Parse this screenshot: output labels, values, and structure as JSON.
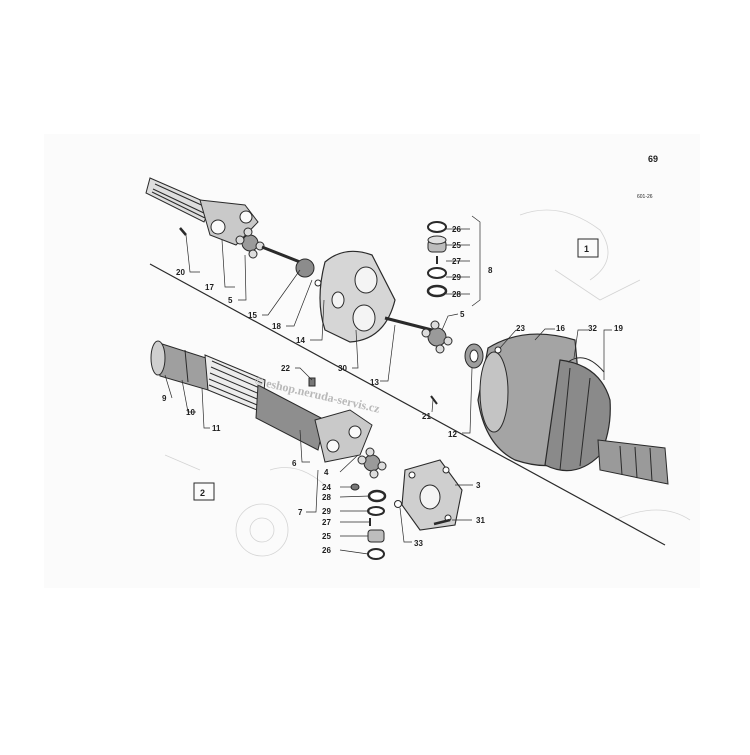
{
  "header": {
    "page_number": "69",
    "drawing_code": "601-26"
  },
  "group_boxes": [
    "1",
    "2"
  ],
  "watermark": "© eshop.nerudа-servis.cz",
  "labels": {
    "l20": "20",
    "l17": "17",
    "l5a": "5",
    "l15": "15",
    "l18": "18",
    "l14": "14",
    "l30": "30",
    "l13": "13",
    "l5b": "5",
    "l26a": "26",
    "l25a": "25",
    "l27a": "27",
    "l29a": "29",
    "l28a": "28",
    "l8": "8",
    "l23": "23",
    "l16": "16",
    "l32": "32",
    "l19": "19",
    "l22": "22",
    "l21": "21",
    "l12": "12",
    "l9": "9",
    "l10": "10",
    "l11": "11",
    "l6": "6",
    "l4": "4",
    "l24": "24",
    "l28b": "28",
    "l29b": "29",
    "l27b": "27",
    "l25b": "25",
    "l26b": "26",
    "l7": "7",
    "l3": "3",
    "l33": "33",
    "l31": "31"
  }
}
